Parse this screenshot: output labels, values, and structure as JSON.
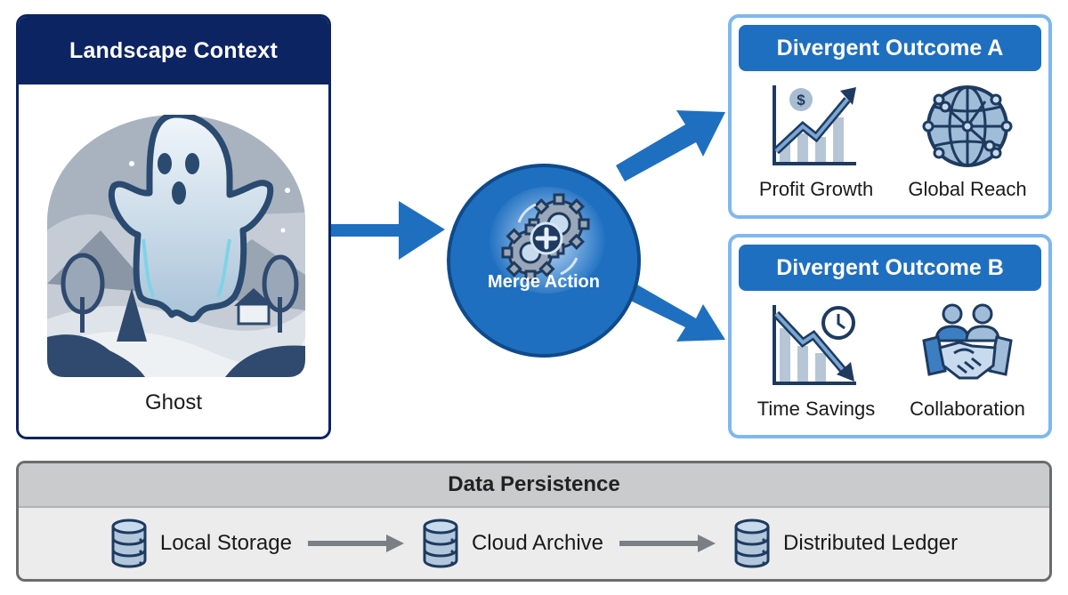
{
  "context_card": {
    "title": "Landscape Context",
    "image_icon": "ghost-landscape-illustration",
    "caption": "Ghost"
  },
  "merge_node": {
    "icon": "gears-plus-icon",
    "label": "Merge Action"
  },
  "outcomes": [
    {
      "title": "Divergent Outcome A",
      "items": [
        {
          "icon": "profit-growth-chart-icon",
          "label": "Profit Growth"
        },
        {
          "icon": "global-network-icon",
          "label": "Global Reach"
        }
      ]
    },
    {
      "title": "Divergent Outcome B",
      "items": [
        {
          "icon": "time-savings-chart-icon",
          "label": "Time Savings"
        },
        {
          "icon": "handshake-team-icon",
          "label": "Collaboration"
        }
      ]
    }
  ],
  "persistence": {
    "title": "Data Persistence",
    "stages": [
      {
        "icon": "database-icon",
        "label": "Local Storage"
      },
      {
        "icon": "database-icon",
        "label": "Cloud Archive"
      },
      {
        "icon": "database-icon",
        "label": "Distributed Ledger"
      }
    ]
  },
  "colors": {
    "navy": "#0d2463",
    "primary_blue": "#1f6fc0",
    "light_blue_border": "#7fb8ec",
    "gray_header": "#c9cbcd",
    "gray_body": "#ececec"
  }
}
